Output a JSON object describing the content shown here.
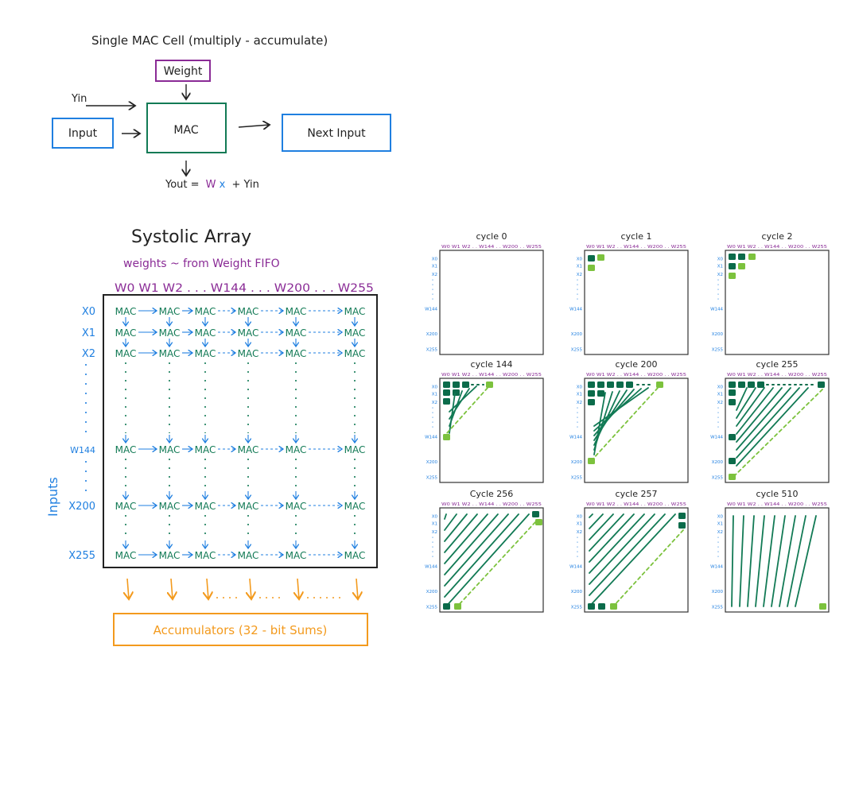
{
  "colors": {
    "black": "#222222",
    "purple": "#8a2b96",
    "blue": "#1f7fe0",
    "green": "#127a55",
    "dark_green": "#0b6b4a",
    "light_green": "#7cc23d",
    "orange": "#f39a1d"
  },
  "mac_cell": {
    "title": "Single  MAC  Cell  (multiply - accumulate)",
    "weight_label": "Weight",
    "yin_label": "Yin",
    "input_label": "Input",
    "mac_label": "MAC",
    "next_input_label": "Next  Input",
    "yout_label": "Yout =",
    "formula_w": "W",
    "formula_x": "x",
    "formula_rest": "+ Yin"
  },
  "systolic": {
    "title": "Systolic  Array",
    "subtitle": "weights ~ from  Weight  FIFO",
    "column_headers": "W0  W1  W2 . . .  W144 . . .  W200 . . . W255",
    "row_labels": [
      "X0",
      "X1",
      "X2",
      "W144",
      "X200",
      "X255"
    ],
    "inputs_label": "Inputs",
    "accumulators_label": "Accumulators   (32 - bit  Sums)",
    "mac": "MAC"
  },
  "cycles": {
    "header_text": "W0  W1  W2 . .  W144 . .  W200 . .  W255",
    "row_labels": [
      "X0",
      "X1",
      "X2",
      "W144",
      "X200",
      "X255"
    ],
    "panels": [
      {
        "label": "cycle  0"
      },
      {
        "label": "cycle  1"
      },
      {
        "label": "cycle  2"
      },
      {
        "label": "cycle  144"
      },
      {
        "label": "cycle  200"
      },
      {
        "label": "cycle  255"
      },
      {
        "label": "Cycle  256"
      },
      {
        "label": "cycle  257"
      },
      {
        "label": "cycle  510"
      }
    ]
  }
}
